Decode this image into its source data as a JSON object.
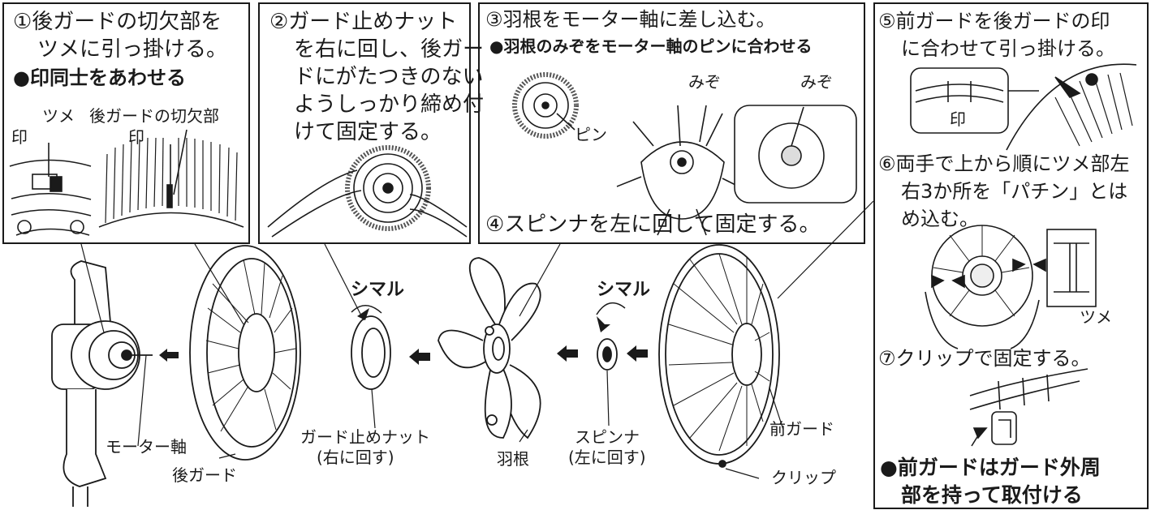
{
  "step1": {
    "title_line1": "①後ガードの切欠部を",
    "title_line2": "ツメに引っ掛ける。",
    "bullet": "●印同士をあわせる",
    "label_tsume": "ツメ",
    "label_notch": "後ガードの切欠部",
    "label_mark_a": "印",
    "label_mark_b": "印"
  },
  "step2": {
    "line1": "②ガード止めナット",
    "line2": "を右に回し、後ガー",
    "line3": "ドにがたつきのない",
    "line4": "ようしっかり締め付",
    "line5": "けて固定する。"
  },
  "step3": {
    "title": "③羽根をモーター軸に差し込む。",
    "bullet": "●羽根のみぞをモーター軸のピンに合わせる",
    "label_pin": "ピン",
    "label_groove_a": "みぞ",
    "label_groove_b": "みぞ"
  },
  "step4": {
    "title": "④スピンナを左に回して固定する。"
  },
  "step5": {
    "line1": "⑤前ガードを後ガードの印",
    "line2": "に合わせて引っ掛ける。",
    "label_mark": "印"
  },
  "step6": {
    "line1": "⑥両手で上から順にツメ部左",
    "line2": "右3か所を「パチン」とは",
    "line3": "め込む。",
    "label_tsume": "ツメ"
  },
  "step7": {
    "title": "⑦クリップで固定する。"
  },
  "note": {
    "line1": "●前ガードはガード外周",
    "line2": "部を持って取付ける"
  },
  "parts": {
    "motor_shaft": "モーター軸",
    "rear_guard": "後ガード",
    "nut_line1": "ガード止めナット",
    "nut_line2": "(右に回す)",
    "blade": "羽根",
    "spinner_line1": "スピンナ",
    "spinner_line2": "(左に回す)",
    "front_guard": "前ガード",
    "clip": "クリップ",
    "shimaru_a": "シマル",
    "shimaru_b": "シマル"
  }
}
